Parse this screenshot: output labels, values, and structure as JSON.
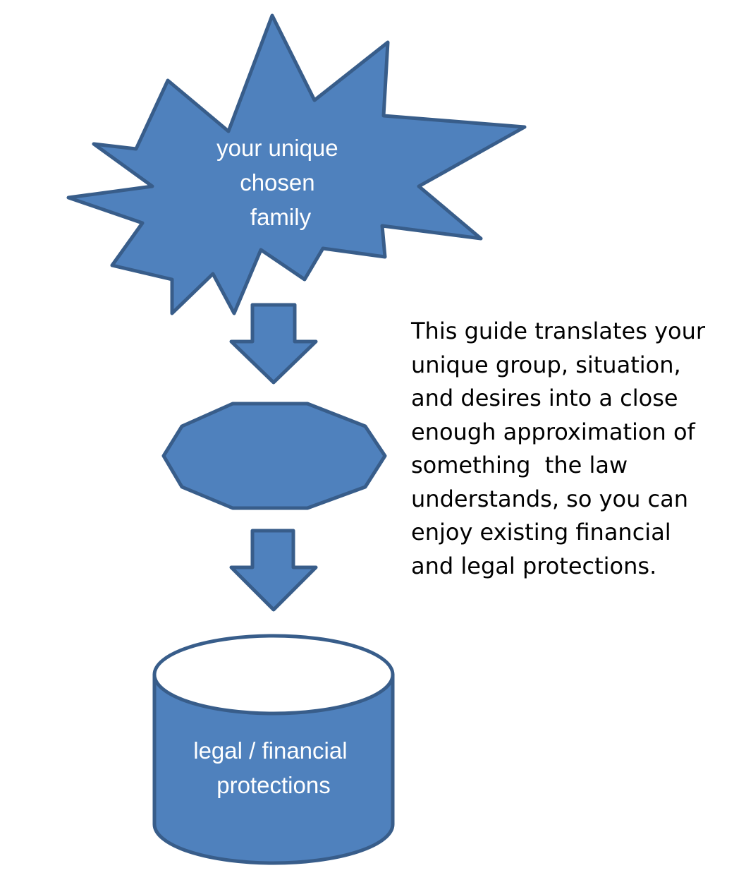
{
  "colors": {
    "fill": "#4f81bd",
    "outline": "#385d8a",
    "cylinder_top": "#ffffff",
    "shape_text": "#ffffff",
    "caption_text": "#000000"
  },
  "nodes": {
    "starburst": {
      "shape": "starburst",
      "lines": [
        "your unique",
        "chosen",
        "family"
      ]
    },
    "translator": {
      "shape": "octagon",
      "lines": []
    },
    "protections": {
      "shape": "cylinder",
      "lines": [
        "legal / financial",
        "protections"
      ]
    }
  },
  "arrows": [
    {
      "from": "starburst",
      "to": "translator",
      "icon": "arrow-down-icon"
    },
    {
      "from": "translator",
      "to": "protections",
      "icon": "arrow-down-icon"
    }
  ],
  "caption": {
    "lines": [
      "This guide translates your",
      "unique group, situation,",
      "and desires into a close",
      "enough approximation of",
      "something  the law",
      "understands, so you can",
      "enjoy existing financial",
      "and legal protections."
    ]
  }
}
